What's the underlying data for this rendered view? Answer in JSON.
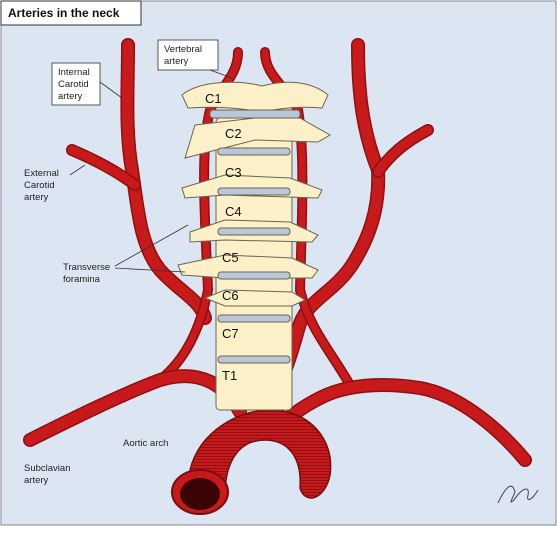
{
  "title": "Arteries in the neck",
  "labels": {
    "vertebral_artery": [
      "Vertebral",
      "artery"
    ],
    "internal_carotid": [
      "Internal",
      "Carotid",
      "artery"
    ],
    "external_carotid": [
      "External",
      "Carotid",
      "artery"
    ],
    "transverse_foramina": [
      "Transverse",
      "foramina"
    ],
    "aortic_arch": "Aortic arch",
    "subclavian_artery": [
      "Subclavian",
      "artery"
    ]
  },
  "vertebrae": [
    "C1",
    "C2",
    "C3",
    "C4",
    "C5",
    "C6",
    "C7",
    "T1"
  ],
  "signature": "signature",
  "colors": {
    "background": "#dce6f2",
    "artery": "#c8191b",
    "artery_dark": "#7a0d0f",
    "bone": "#fbf0c8",
    "bone_outline": "#6b6450",
    "disc": "#b9c6db"
  }
}
